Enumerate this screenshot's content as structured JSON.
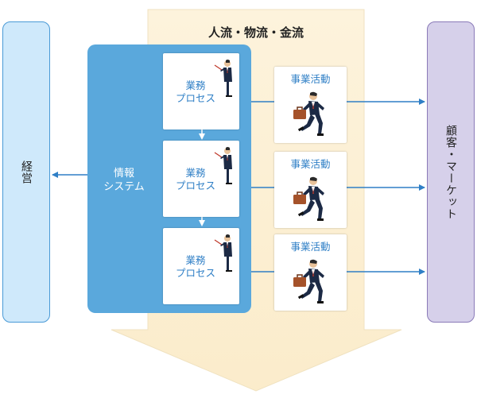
{
  "diagram": {
    "left_box_label": "経営",
    "right_box_label": "顧客・マーケット",
    "flow_title": "人流・物流・金流",
    "info_system_label": [
      "情報",
      "システム"
    ],
    "process_cards": [
      {
        "label": [
          "業務",
          "プロセス"
        ]
      },
      {
        "label": [
          "業務",
          "プロセス"
        ]
      },
      {
        "label": [
          "業務",
          "プロセス"
        ]
      }
    ],
    "activity_cards": [
      {
        "label": "事業活動"
      },
      {
        "label": "事業活動"
      },
      {
        "label": "事業活動"
      }
    ],
    "icons": {
      "process": "presenter-with-pointer-icon",
      "activity": "running-businessman-with-briefcase-icon"
    },
    "colors": {
      "flow_band": "#fdf3dc",
      "info_panel": "#5aa8dc",
      "left_box": "#cfe9fb",
      "right_box": "#d6d0ea",
      "arrow": "#2f7fc6",
      "label_text": "#2f7fc6"
    }
  }
}
